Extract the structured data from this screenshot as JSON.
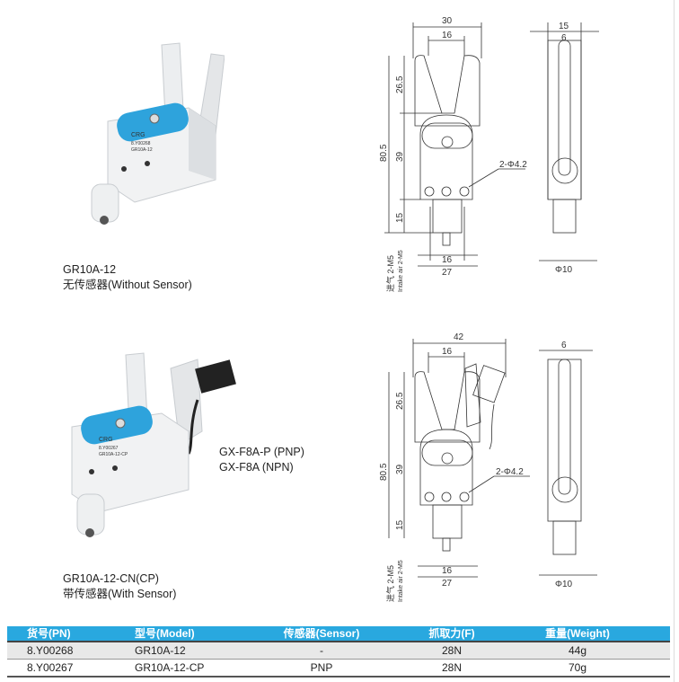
{
  "product1": {
    "model": "GR10A-12",
    "desc": "无传感器(Without Sensor)",
    "logo": "CRG",
    "plate_pn": "8.Y00268",
    "plate_model": "GR10A-12"
  },
  "product2": {
    "model": "GR10A-12-CN(CP)",
    "desc": "带传感器(With Sensor)",
    "logo": "CRG",
    "plate_pn": "8.Y00267",
    "plate_model": "GR10A-12-CP",
    "sensor_labels": [
      "GX-F8A-P (PNP)",
      "GX-F8A (NPN)"
    ]
  },
  "drawing1": {
    "w_total": "30",
    "w_jaw": "16",
    "h_jaw": "26.5",
    "h_total": "80.5",
    "h_body": "39",
    "h_base": "15",
    "holes": "2-Φ4.2",
    "air_cn": "进气 2-M5",
    "air_en": "Intake air 2-M5",
    "w_port": "16",
    "w_base": "27",
    "side_w": "15",
    "side_jaw": "6",
    "side_dia": "Φ10"
  },
  "drawing2": {
    "w_total": "42",
    "w_jaw": "16",
    "h_jaw": "26.5",
    "h_total": "80.5",
    "h_body": "39",
    "h_base": "15",
    "holes": "2-Φ4.2",
    "air_cn": "进气 2-M5",
    "air_en": "Intake air 2-M5",
    "w_port": "16",
    "w_base": "27",
    "side_jaw": "6",
    "side_dia": "Φ10"
  },
  "table": {
    "headers": [
      "货号(PN)",
      "型号(Model)",
      "传感器(Sensor)",
      "抓取力(F)",
      "重量(Weight)"
    ],
    "rows": [
      [
        "8.Y00268",
        "GR10A-12",
        "-",
        "28N",
        "44g"
      ],
      [
        "8.Y00267",
        "GR10A-12-CP",
        "PNP",
        "28N",
        "70g"
      ]
    ]
  },
  "colors": {
    "accent": "#29a8df"
  }
}
